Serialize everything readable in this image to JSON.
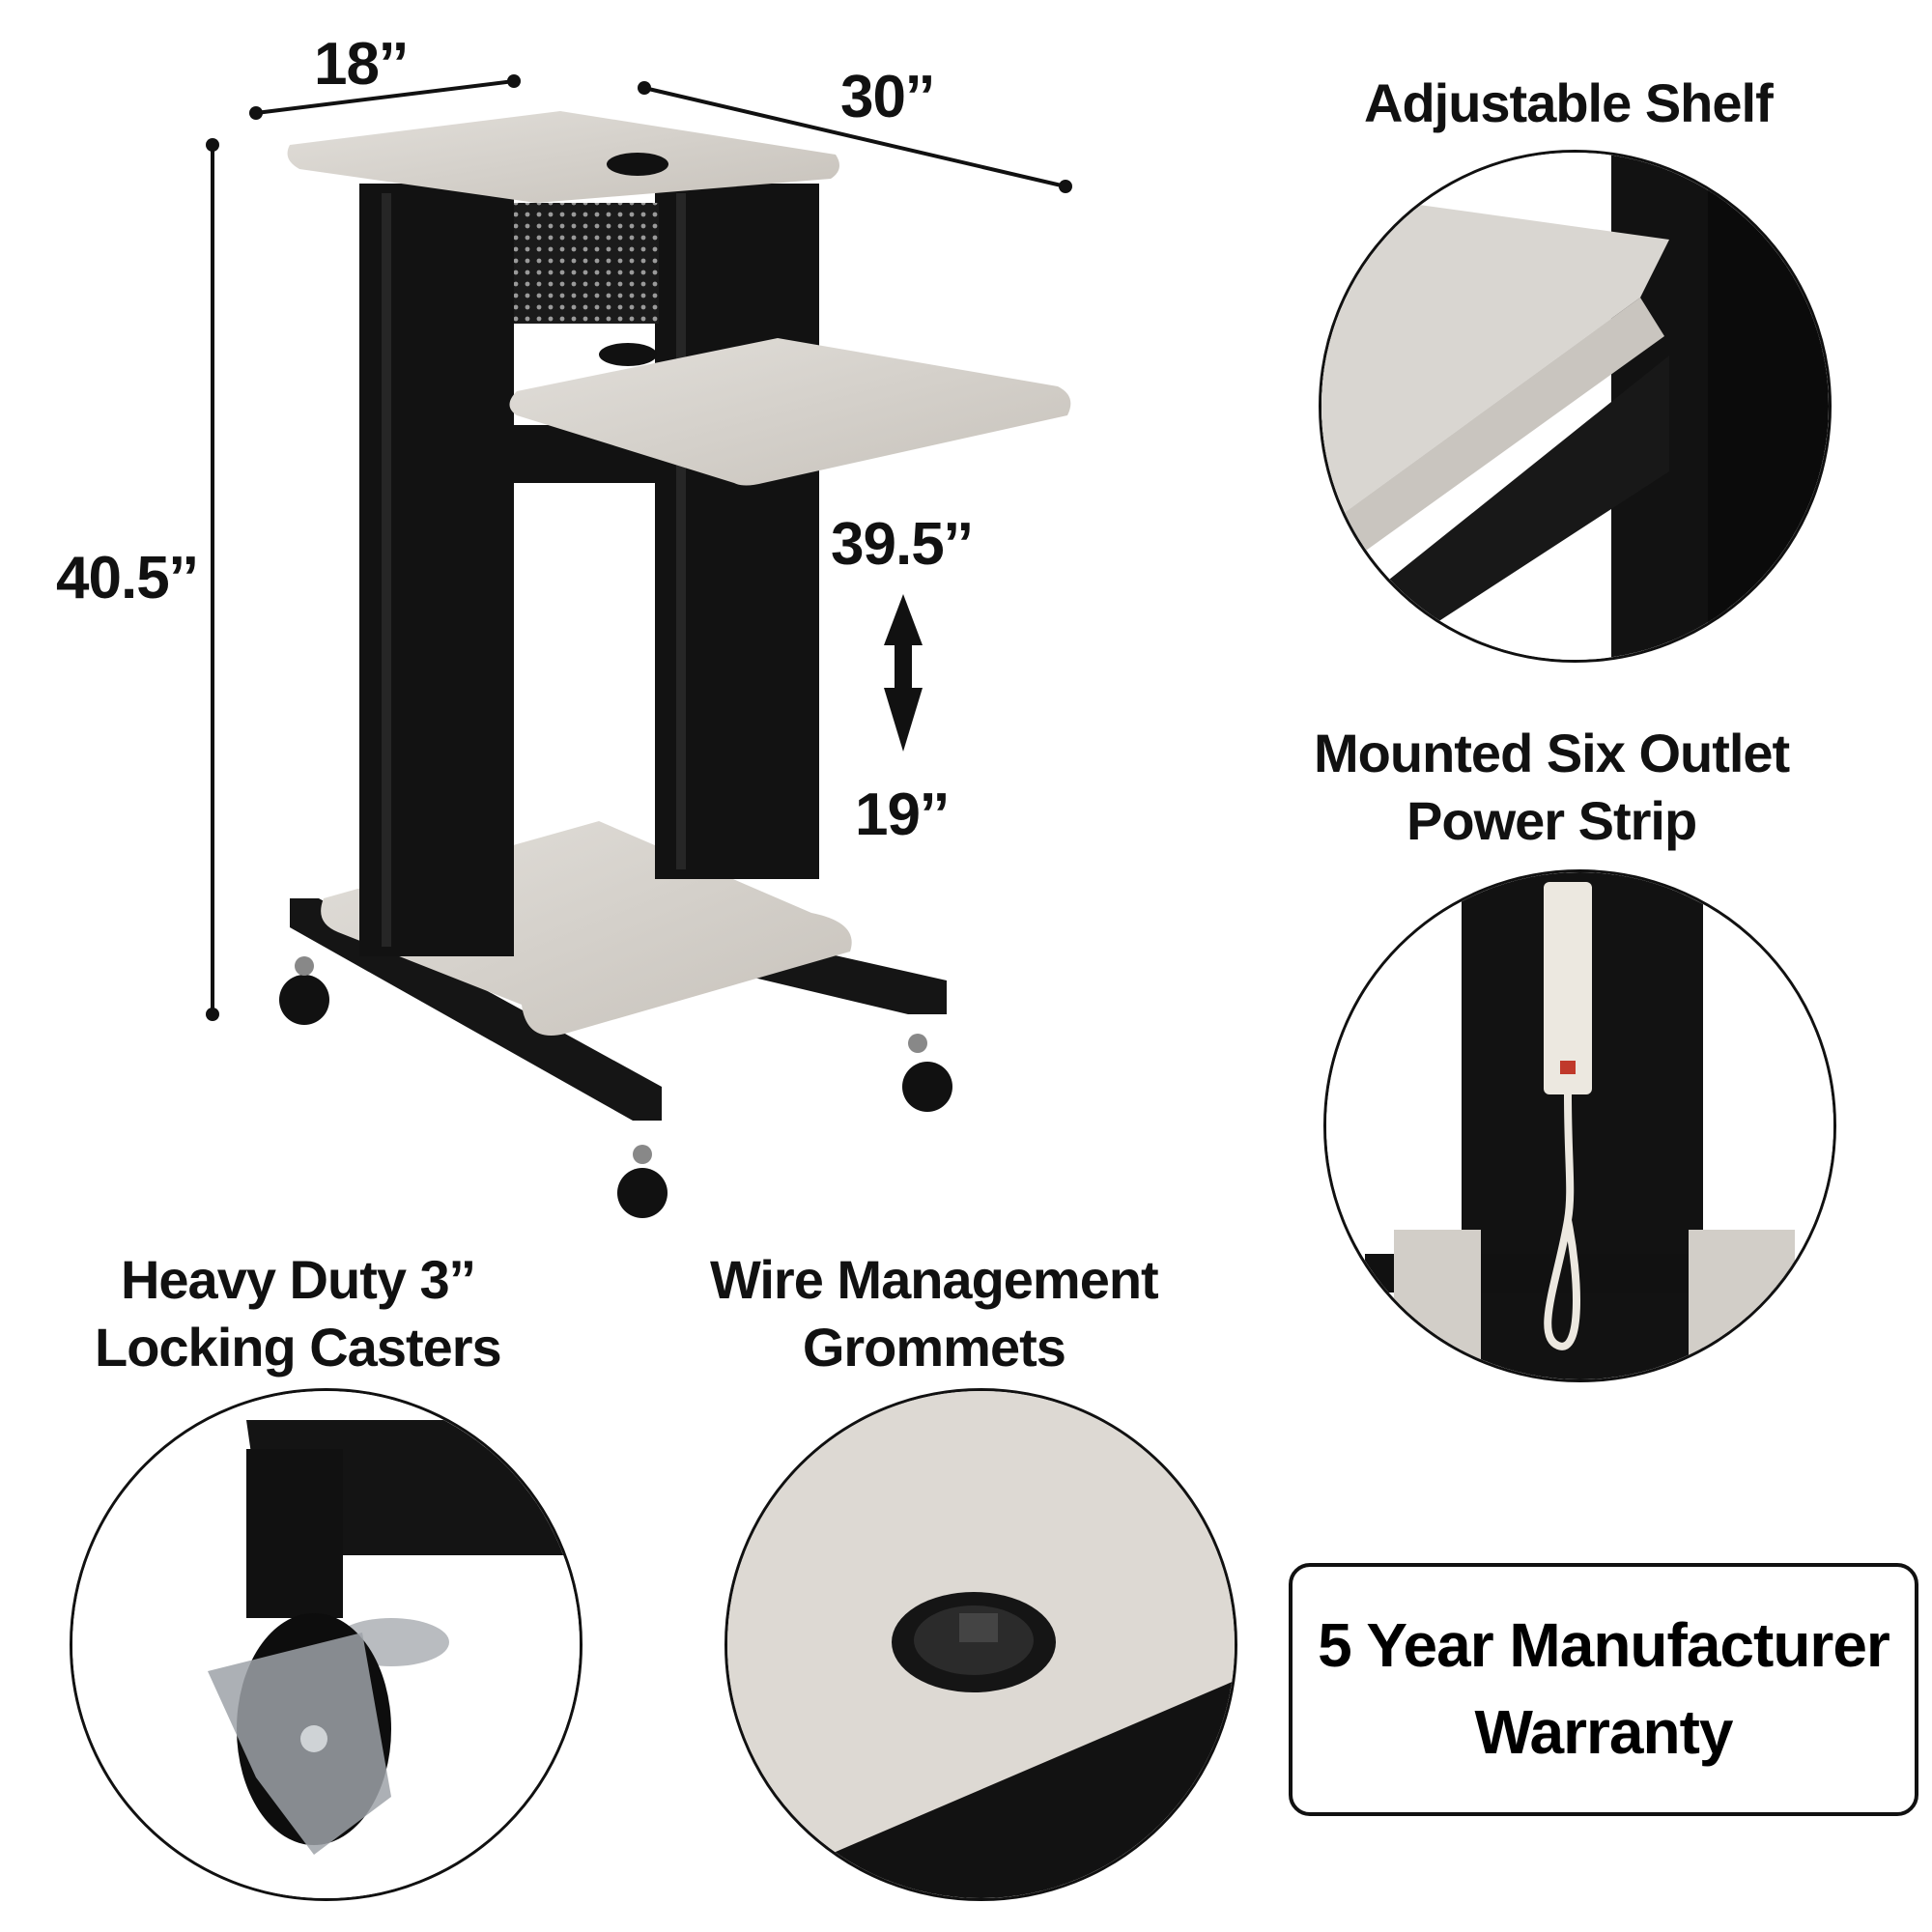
{
  "dimensions": {
    "depth": "18’’",
    "width": "30’’",
    "height": "40.5’’",
    "shelf_max": "39.5’’",
    "shelf_min": "19’’"
  },
  "features": {
    "adjustable_shelf": "Adjustable Shelf",
    "power_strip_line1": "Mounted Six Outlet",
    "power_strip_line2": "Power Strip",
    "casters_line1": "Heavy Duty 3’’",
    "casters_line2": "Locking Casters",
    "grommets_line1": "Wire Management",
    "grommets_line2": "Grommets"
  },
  "warranty": {
    "line1": "5 Year Manufacturer",
    "line2": "Warranty"
  },
  "colors": {
    "frame": "#161616",
    "wood": "#d6d2cc",
    "wood_dark": "#b9b4ad",
    "line": "#111111"
  }
}
